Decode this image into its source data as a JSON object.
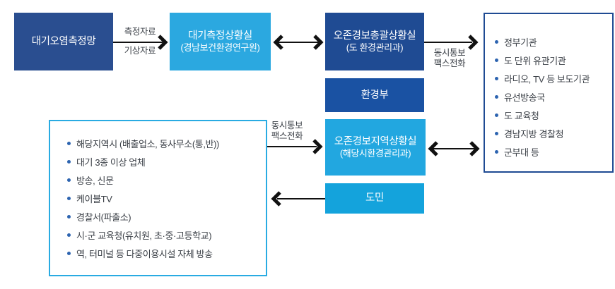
{
  "colors": {
    "navy": "#2A4E90",
    "navy_deep": "#1F4B93",
    "blue_bright": "#1A52A3",
    "cyan": "#2BA8E0",
    "cyan_mid": "#22A7E0",
    "cyan_deep": "#14A3DC",
    "border_navy": "#1F4B93",
    "border_cyan": "#29ABE2",
    "text_dark": "#3C4148",
    "bullet_blue": "#2D64B0",
    "arrow": "#111111"
  },
  "nodes": {
    "network": {
      "label": "대기오염측정망"
    },
    "measure_room": {
      "line1": "대기측정상황실",
      "line2": "(경남보건환경연구원)"
    },
    "control_room": {
      "line1": "오존경보총괄상황실",
      "line2": "(도 환경관리과)"
    },
    "ministry": {
      "label": "환경부"
    },
    "regional_room": {
      "line1": "오존경보지역상황실",
      "line2": "(해당시환경관리과)"
    },
    "citizens": {
      "label": "도민"
    }
  },
  "edge_labels": {
    "measure_data": "측정자료",
    "weather_data": "기상자료",
    "notify_right": {
      "line1": "동시통보",
      "line2": "팩스전화"
    },
    "notify_left": {
      "line1": "동시통보",
      "line2": "팩스전화"
    }
  },
  "right_panel": {
    "items": [
      "정부기관",
      "도 단위 유관기관",
      "라디오, TV 등 보도기관",
      "유선방송국",
      "도 교육청",
      "경남지방 경찰청",
      "군부대 등"
    ]
  },
  "left_panel": {
    "items": [
      "해당지역시 (배출업소, 동사무소(통,반))",
      "대기 3종 이상 업체",
      "방송, 신문",
      "케이블TV",
      "경찰서(파출소)",
      "시·군 교육청(유치원, 초·중·고등학교)",
      "역, 터미널 등 다중이용시설 자체 방송"
    ]
  }
}
